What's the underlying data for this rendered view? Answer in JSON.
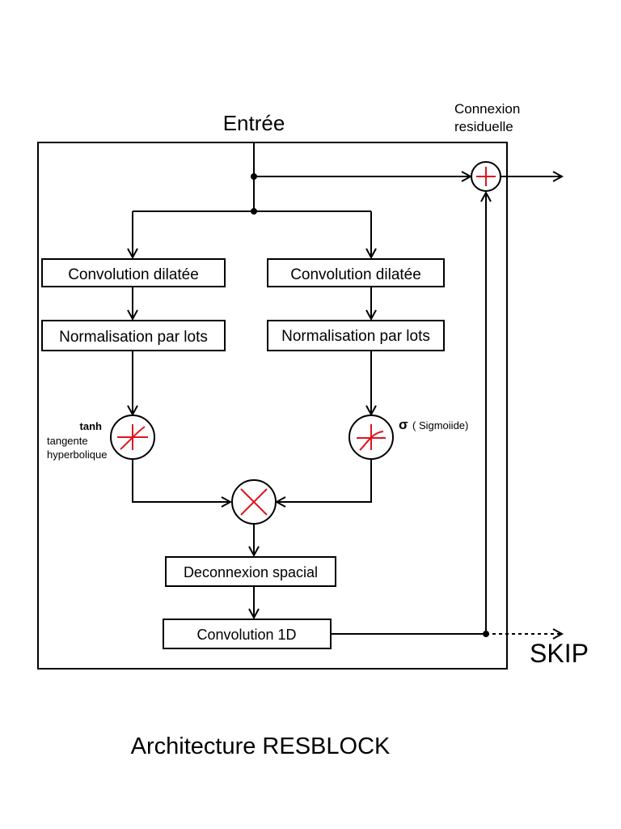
{
  "diagram": {
    "input_label": "Entrée",
    "residual_label_line1": "Connexion",
    "residual_label_line2": "residuelle",
    "left_conv": "Convolution dilatée",
    "left_norm": "Normalisation par lots",
    "right_conv": "Convolution dilatée",
    "right_norm": "Normalisation par lots",
    "tanh_label": "tanh",
    "tanh_desc_line1": "tangente",
    "tanh_desc_line2": "hyperbolique",
    "sigma_symbol": "σ",
    "sigmoid_label": "( Sigmoiide)",
    "dropout": "Deconnexion spacial",
    "conv1d": "Convolution 1D",
    "skip_label": "SKIP",
    "caption": "Architecture RESBLOCK"
  },
  "colors": {
    "stroke": "#000000",
    "operator_accent": "#e0141e",
    "background": "#ffffff"
  }
}
